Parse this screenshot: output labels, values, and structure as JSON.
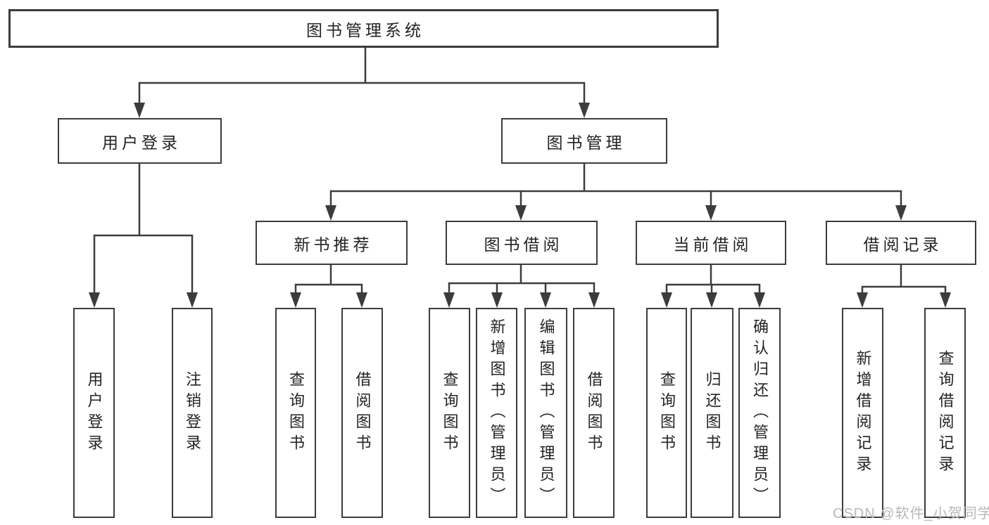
{
  "diagram": {
    "title": "图书管理系统",
    "nodes": {
      "root": "图书管理系统",
      "l2": [
        "用户登录",
        "图书管理"
      ],
      "l3": [
        "新书推荐",
        "图书借阅",
        "当前借阅",
        "借阅记录"
      ],
      "leaves": [
        "用户登录",
        "注销登录",
        "查询图书",
        "借阅图书",
        "查询图书",
        "新增图书（管理员）",
        "编辑图书（管理员）",
        "借阅图书",
        "查询图书",
        "归还图书",
        "确认归还（管理员）",
        "新增借阅记录",
        "查询借阅记录"
      ]
    },
    "colors": {
      "line": "#3c3c3c",
      "text": "#232323",
      "background": "#ffffff",
      "watermark": "#b8b8b8"
    }
  },
  "watermark": {
    "text": "CSDN @软件_小贺同学"
  }
}
